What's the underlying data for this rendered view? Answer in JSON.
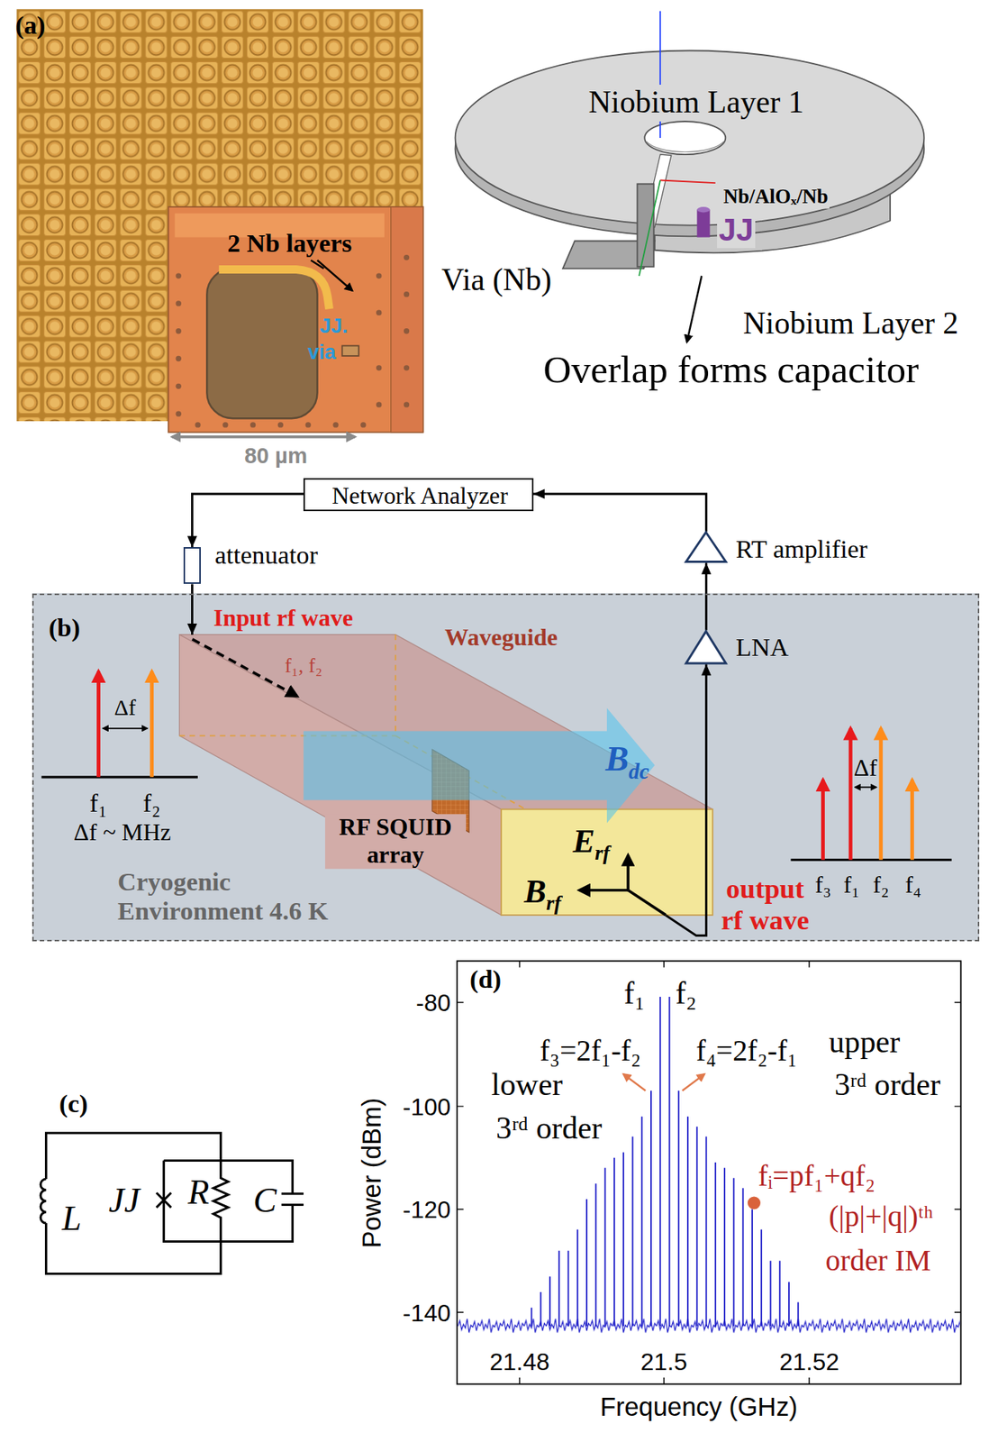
{
  "diagram": {
    "nodes": [
      {
        "text": [
          "Network Analyzer"
        ]
      },
      {
        "text": [
          "attenuator"
        ]
      },
      {
        "text": [
          "RT amplifier"
        ]
      },
      {
        "text": [
          "Cryogenic Environment 4.6 K"
        ]
      },
      {
        "text": [
          "LNA"
        ],
        "in": 3
      },
      {
        "text": [
          "Waveguide"
        ],
        "in": 3
      }
    ],
    "edges": [
      {
        "from": 0,
        "to": 1,
        "arrow": "to"
      },
      {
        "from": 1,
        "to": 5,
        "arrow": "to"
      },
      {
        "from": 5,
        "to": 4,
        "arrow": "to"
      },
      {
        "from": 4,
        "to": 2,
        "arrow": "to"
      },
      {
        "from": 2,
        "to": 0,
        "arrow": "to"
      }
    ],
    "labels": [
      "(a)",
      "2 Nb layers",
      "JJ.",
      "via",
      "80 µm",
      "Niobium Layer 1",
      "Nb/AlOₓ/Nb",
      "JJ",
      "Via (Nb)",
      "Niobium Layer 2",
      "Overlap forms capacitor",
      "(b)",
      "Input rf wave",
      "f₁, f₂",
      "Δf",
      "f₁",
      "f₂",
      "Δf ~ MHz",
      "Bdc",
      "RF SQUID array",
      "Erf",
      "Brf",
      "output rf wave",
      "Δf",
      "f₃",
      "f₁",
      "f₂",
      "f₄",
      "(c)",
      "L",
      "JJ",
      "R",
      "C",
      "(d)",
      "f₁",
      "f₂",
      "f₃=2f₁-f₂",
      "f₄=2f₂-f₁",
      "lower",
      "3ʳᵈ order",
      "upper",
      "3ʳᵈ order",
      "fᵢ=pf₁+qf₂",
      "(|p|+|q|)ᵗʰ",
      "order IM",
      "-80",
      "-100",
      "-120",
      "-140",
      "21.48",
      "21.5",
      "21.52",
      "Power (dBm)",
      "Frequency (GHz)"
    ]
  }
}
